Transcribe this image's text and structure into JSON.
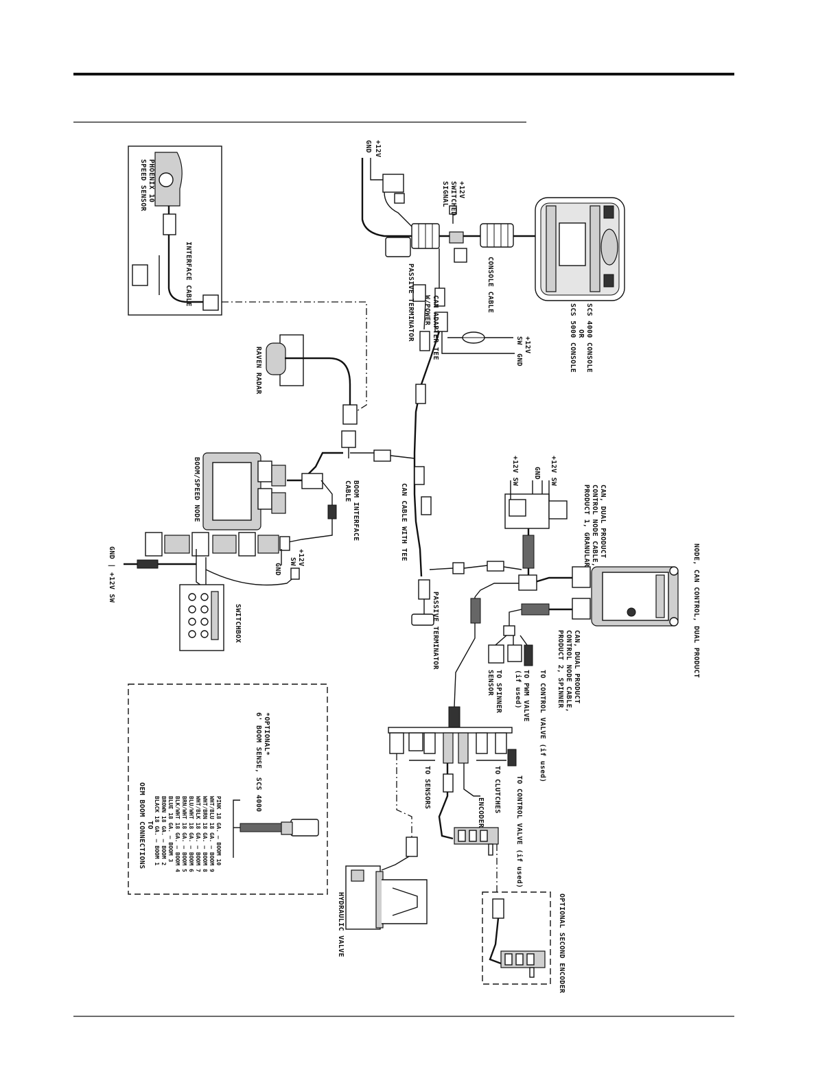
{
  "labels": {
    "console": [
      "SCS 4000 CONSOLE",
      "OR",
      "SCS 5000 CONSOLE"
    ],
    "console_cable": "CONSOLE CABLE",
    "plus12v": "+12V",
    "gnd": "GND",
    "switched_signal": [
      "+12V",
      "SWITCHED",
      "SIGNAL"
    ],
    "passive_terminator": "PASSIVE TERMINATOR",
    "can_adapter_tee": [
      "CAN ADAPTER TEE",
      "W/POWER"
    ],
    "sw12v_gnd_top": [
      "+12V",
      "SW",
      "GND"
    ],
    "phoenix": [
      "PHOENIX 10",
      "SPEED SENSOR"
    ],
    "interface_cable": "INTERFACE CABLE",
    "raven_radar": "RAVEN RADAR",
    "boom_speed_node": "BOOM/SPEED NODE",
    "boom_interface_cable": [
      "BOOM INTERFACE",
      "CABLE"
    ],
    "can_cable_with_tee": "CAN CABLE WITH TEE",
    "sw12v_gnd_mid": [
      "+12V",
      "SW",
      "GND"
    ],
    "gnd_12vsw_left": "GND | +12V SW",
    "switchbox": "SWITCHBOX",
    "passive_terminator_2": "PASSIVE TERMINATOR",
    "node_can_control": "NODE, CAN CONTROL, DUAL PRODUCT",
    "product1_cable": [
      "CAN, DUAL PRODUCT",
      "CONTROL NODE CABLE,",
      "PRODUCT 1, GRANULAR"
    ],
    "power_product1": [
      "+12V SW",
      "GND",
      "+12V SW"
    ],
    "product2_cable": [
      "CAN, DUAL PRODUCT",
      "CONTROL NODE CABLE,",
      "PRODUCT 2, SPINNER"
    ],
    "to_control_valve_1": "TO CONTROL VALVE (if used)",
    "to_pwm_valve": [
      "TO PWM VALVE",
      "(if used)"
    ],
    "to_spinner_sensor": [
      "TO SPINNER",
      "SENSOR"
    ],
    "optional_boom_sense": [
      "*OPTIONAL*",
      "6' BOOM SENSE, SCS 4000"
    ],
    "boom_wires": [
      "PINK 18 GA. — BOOM 10",
      "WHT/BLU 18 GA. — BOOM 9",
      "WHT/BRN 18 GA. — BOOM 8",
      "WHT/BLK 18 GA. — BOOM 7",
      "BLU/WHT 18 GA. — BOOM 6",
      "BRN/WHT 18 GA. — BOOM 5",
      "BLK/WHT 18 GA. — BOOM 4",
      "BLUE 18 GA. — BOOM 3",
      "BROWN 18 GA. — BOOM 2",
      "BLACK 18 GA. — BOOM 1"
    ],
    "to_oem": [
      "TO",
      "OEM BOOM CONNECTIONS"
    ],
    "to_sensors": "TO SENSORS",
    "to_clutches": "TO CLUTCHES",
    "to_control_valve_2": "TO CONTROL VALVE (if used)",
    "encoder": "ENCODER",
    "hydraulic_valve": "HYDRAULIC VALVE",
    "optional_second_encoder": "OPTIONAL SECOND ENCODER"
  }
}
